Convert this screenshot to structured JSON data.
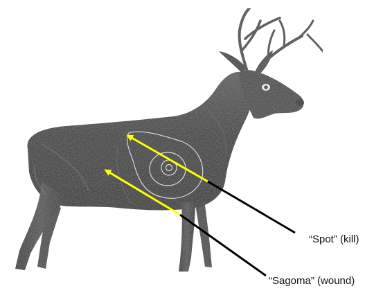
{
  "labels": {
    "spot": "“Spot” (kill)",
    "sagoma": "“Sagoma” (wound)"
  },
  "colors": {
    "arrow_yellow": "#ffff00",
    "arrow_black": "#000000",
    "deer_body": "#2e2e2e",
    "ring_lines": "#d8d8d8"
  },
  "figure": {
    "subject": "3D deer archery target",
    "icons": [
      "deer-target-image",
      "kill-zone-rings",
      "spot-arrow",
      "sagoma-arrow"
    ]
  }
}
